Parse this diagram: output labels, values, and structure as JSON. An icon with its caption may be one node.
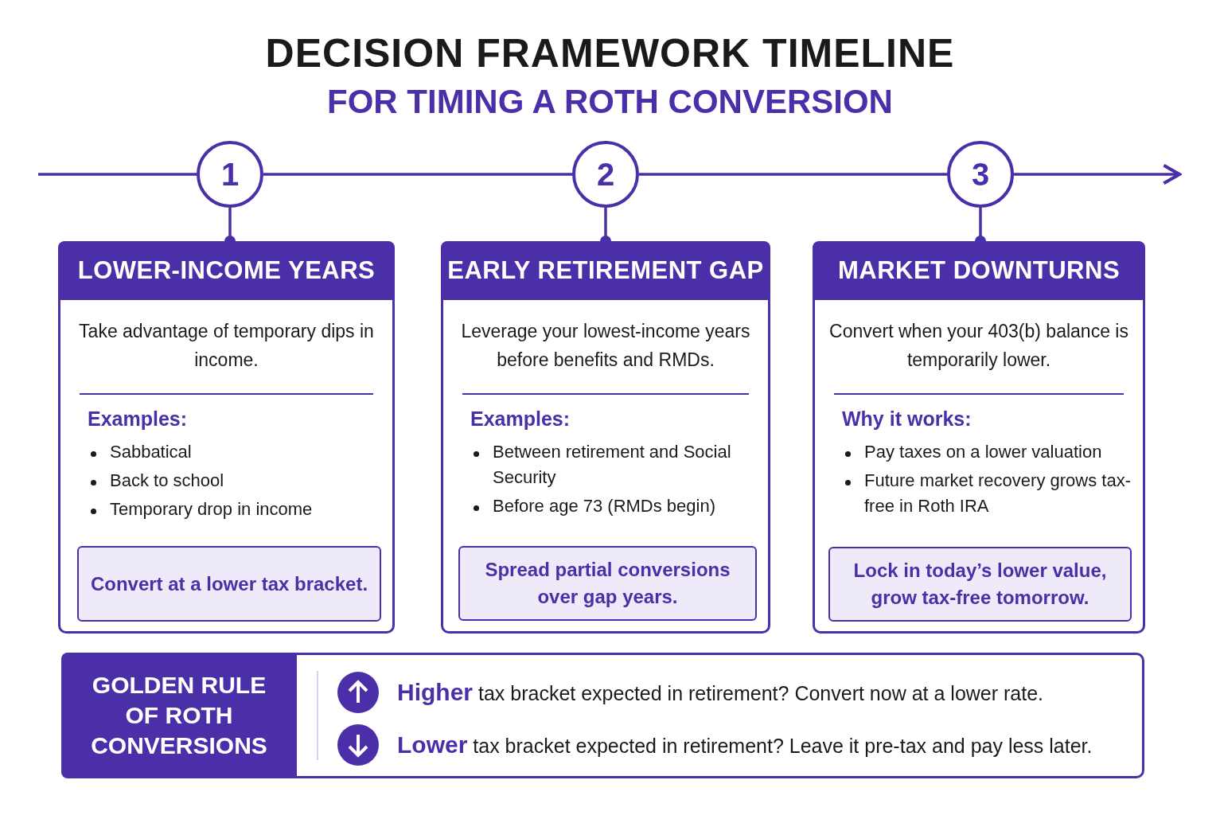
{
  "diagram": {
    "title": "DECISION FRAMEWORK TIMELINE",
    "nodes": [
      {
        "text": [
          "1"
        ]
      },
      {
        "text": [
          "2"
        ]
      },
      {
        "text": [
          "3"
        ]
      },
      {
        "text": [
          "LOWER-INCOME YEARS",
          "Take advantage of temporary dips in income.",
          "Examples:",
          "Sabbatical",
          "Back to school",
          "Temporary drop in income"
        ]
      },
      {
        "text": [
          "Convert at a lower tax bracket."
        ],
        "in": 3
      },
      {
        "text": [
          "EARLY RETIREMENT GAP",
          "Leverage your lowest-income years before benefits and RMDs.",
          "Examples:",
          "Between retirement and Social Security",
          "Before age 73 (RMDs begin)"
        ]
      },
      {
        "text": [
          "Spread partial conversions over gap years."
        ],
        "in": 5
      },
      {
        "text": [
          "MARKET DOWNTURNS",
          "Convert when your 403(b) balance is temporarily lower.",
          "Why it works:",
          "Pay taxes on a lower valuation",
          "Future market recovery grows tax-free in Roth IRA"
        ]
      },
      {
        "text": [
          "Lock in today’s lower value, grow tax-free tomorrow."
        ],
        "in": 7
      },
      {
        "text": [
          "GOLDEN RULE OF ROTH CONVERSIONS",
          "**Higher** tax bracket expected in retirement? Convert now at a lower rate.",
          "**Lower** tax bracket expected in retirement? Leave it pre-tax and pay less later."
        ]
      }
    ],
    "edges": [
      {
        "from": null,
        "to": 0,
        "arrow": "none"
      },
      {
        "from": 0,
        "to": 1,
        "arrow": "none"
      },
      {
        "from": 1,
        "to": 2,
        "arrow": "none"
      },
      {
        "from": 2,
        "to": null,
        "arrow": "to"
      },
      {
        "from": 0,
        "to": 3,
        "arrow": "other"
      },
      {
        "from": 1,
        "to": 5,
        "arrow": "other"
      },
      {
        "from": 2,
        "to": 7,
        "arrow": "other"
      }
    ],
    "labels": [
      "FOR TIMING A ROTH CONVERSION"
    ]
  }
}
